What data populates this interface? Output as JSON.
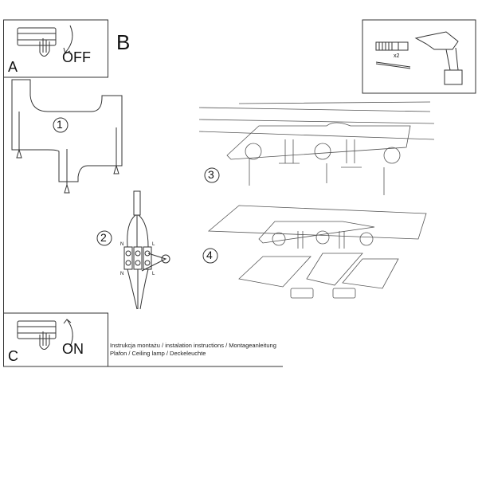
{
  "panels": {
    "a": {
      "letter": "A",
      "action": "OFF"
    },
    "b": {
      "letter": "B"
    },
    "c": {
      "letter": "C",
      "action": "ON"
    }
  },
  "tools": {
    "quantity": "x2"
  },
  "steps": [
    {
      "number": "1"
    },
    {
      "number": "2",
      "terminal_labels": [
        "N",
        "L",
        "N",
        "L"
      ]
    },
    {
      "number": "3"
    },
    {
      "number": "4"
    }
  ],
  "caption": {
    "line1": "Instrukcja montażu / instalation instructions / Montageanleitung",
    "line2": "Plafon / Ceiling lamp / Deckeleuchte"
  },
  "colors": {
    "line": "#333333",
    "background": "#ffffff"
  }
}
